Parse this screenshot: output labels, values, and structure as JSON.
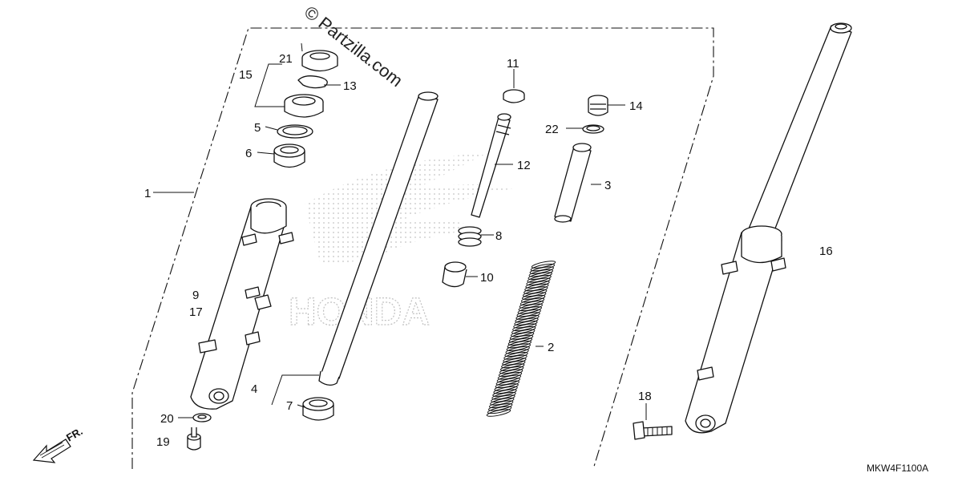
{
  "watermark": {
    "text": "© Partzilla.com"
  },
  "background_logo": {
    "text": "HONDA"
  },
  "diagram_code": "MKW4F1100A",
  "front_indicator": {
    "label": "FR.",
    "icon": "arrow-icon"
  },
  "callouts": {
    "c1": "1",
    "c2": "2",
    "c3": "3",
    "c4": "4",
    "c5": "5",
    "c6": "6",
    "c7": "7",
    "c8": "8",
    "c9": "9",
    "c10": "10",
    "c11": "11",
    "c12": "12",
    "c13": "13",
    "c14": "14",
    "c15": "15",
    "c16": "16",
    "c17": "17",
    "c18": "18",
    "c19": "19",
    "c20": "20",
    "c21": "21",
    "c22": "22"
  }
}
